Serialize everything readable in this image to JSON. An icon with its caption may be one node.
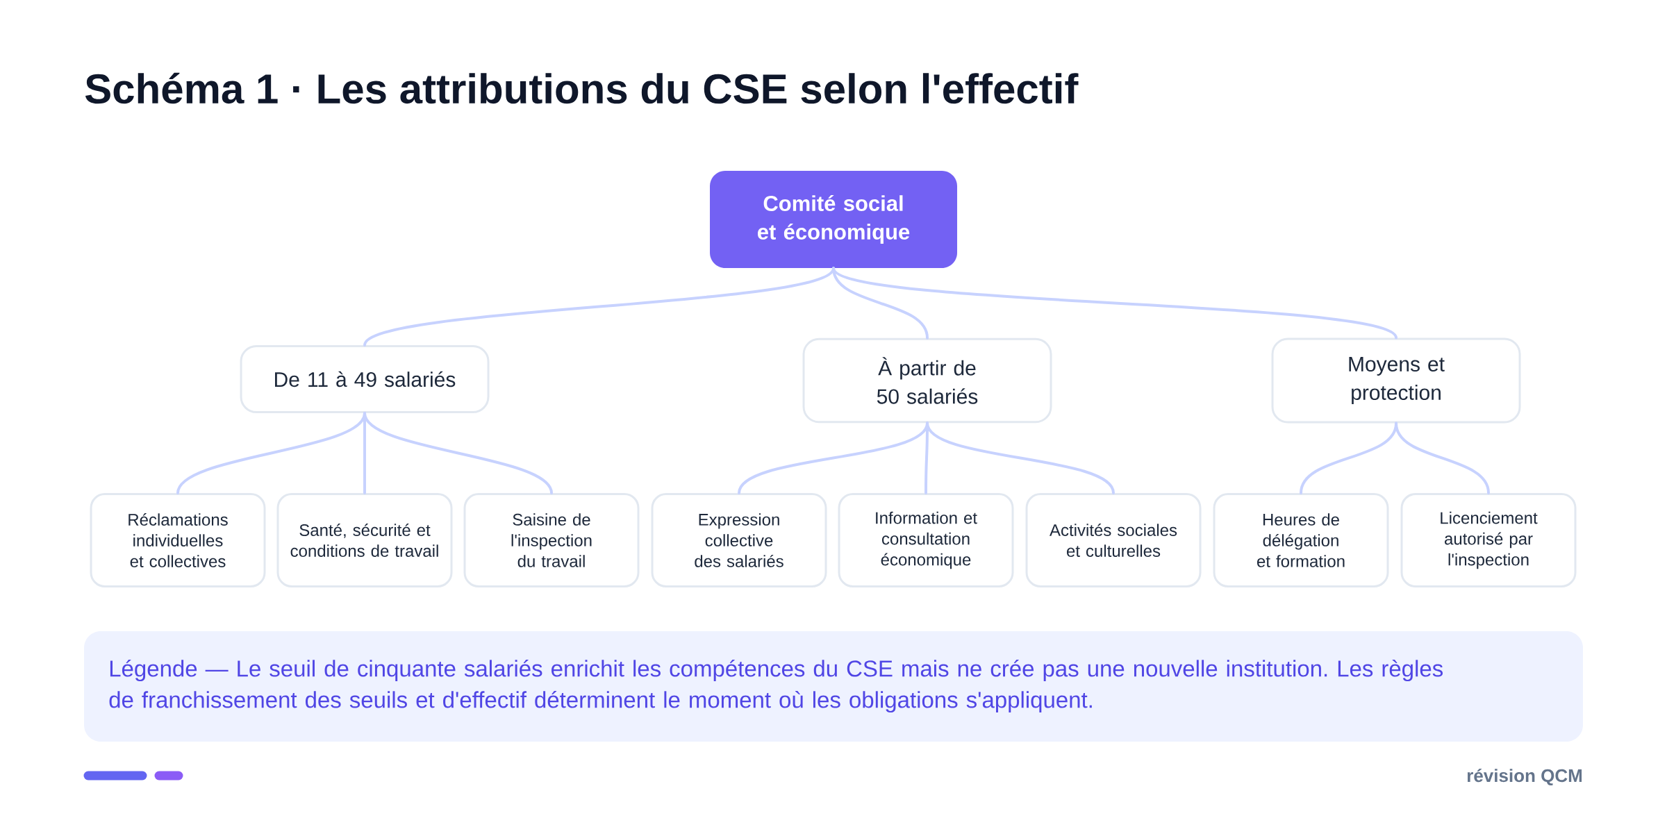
{
  "diagram": {
    "title": "Schéma 1 · Les attributions du CSE selon l'effectif",
    "nodes": [
      {
        "text": [
          "Comité social et économique"
        ]
      },
      {
        "text": [
          "De 11 à 49 salariés"
        ]
      },
      {
        "text": [
          "À partir de 50 salariés"
        ]
      },
      {
        "text": [
          "Moyens et protection"
        ]
      },
      {
        "text": [
          "Réclamations individuelles et collectives"
        ]
      },
      {
        "text": [
          "Santé, sécurité et conditions de travail"
        ]
      },
      {
        "text": [
          "Saisine de l'inspection du travail"
        ]
      },
      {
        "text": [
          "Expression collective des salariés"
        ]
      },
      {
        "text": [
          "Information et consultation économique"
        ]
      },
      {
        "text": [
          "Activités sociales et culturelles"
        ]
      },
      {
        "text": [
          "Heures de délégation et formation"
        ]
      },
      {
        "text": [
          "Licenciement autorisé par l'inspection"
        ]
      }
    ],
    "edges": [
      {
        "from": 0,
        "to": 1,
        "arrow": "none"
      },
      {
        "from": 0,
        "to": 2,
        "arrow": "none"
      },
      {
        "from": 0,
        "to": 3,
        "arrow": "none"
      },
      {
        "from": 1,
        "to": 4,
        "arrow": "none"
      },
      {
        "from": 1,
        "to": 5,
        "arrow": "none"
      },
      {
        "from": 1,
        "to": 6,
        "arrow": "none"
      },
      {
        "from": 2,
        "to": 7,
        "arrow": "none"
      },
      {
        "from": 2,
        "to": 8,
        "arrow": "none"
      },
      {
        "from": 2,
        "to": 9,
        "arrow": "none"
      },
      {
        "from": 3,
        "to": 10,
        "arrow": "none"
      },
      {
        "from": 3,
        "to": 11,
        "arrow": "none"
      }
    ],
    "caption": "Légende — Le seuil de cinquante salariés enrichit les compétences du CSE mais ne crée pas une nouvelle institution. Les règles de franchissement des seuils et d'effectif déterminent le moment où les obligations s'appliquent.",
    "labels": [
      "révision QCM"
    ]
  }
}
